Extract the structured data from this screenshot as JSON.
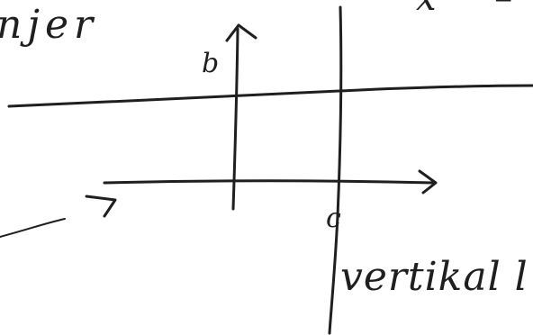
{
  "sketch": {
    "top_left_word": "njer",
    "label_b": "b",
    "label_c": "c",
    "bottom_word": "vertikal l",
    "top_right_symbols": "x –"
  },
  "colors": {
    "ink": "#1f1f1f",
    "paper": "#ffffff"
  }
}
